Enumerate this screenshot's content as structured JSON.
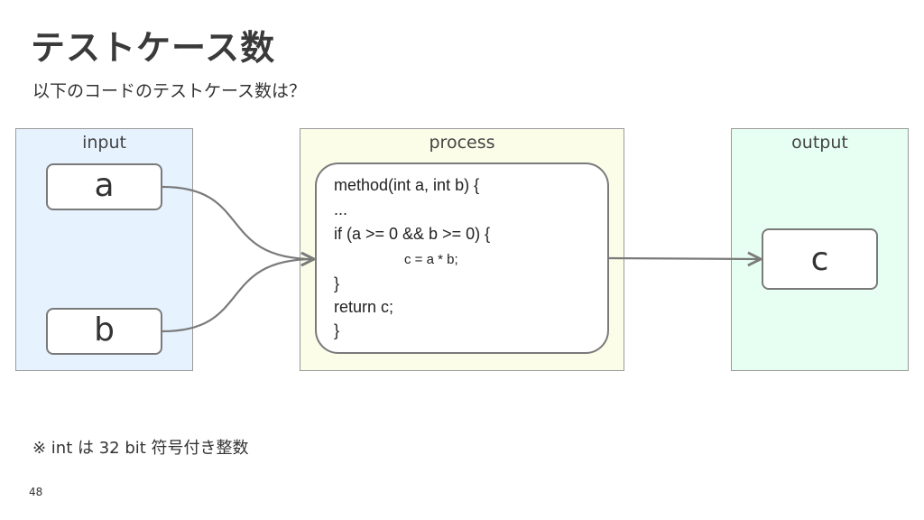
{
  "title": "テストケース数",
  "subtitle": "以下のコードのテストケース数は？",
  "panels": {
    "input": "input",
    "process": "process",
    "output": "output"
  },
  "inputs": {
    "a": "a",
    "b": "b"
  },
  "output": {
    "c": "c"
  },
  "code": {
    "line1": "method(int a, int b) {",
    "line2": "...",
    "line3": "if (a >= 0 && b >= 0) {",
    "line4": "c = a * b;",
    "line5": "}",
    "line6": "return c;",
    "line7": "}"
  },
  "note": "※ int は 32 bit 符号付き整数",
  "page_number": "48",
  "colors": {
    "input_bg": "#e6f3ff",
    "process_bg": "#fcfde9",
    "output_bg": "#e6fff2",
    "connector": "#7a7a7a"
  }
}
